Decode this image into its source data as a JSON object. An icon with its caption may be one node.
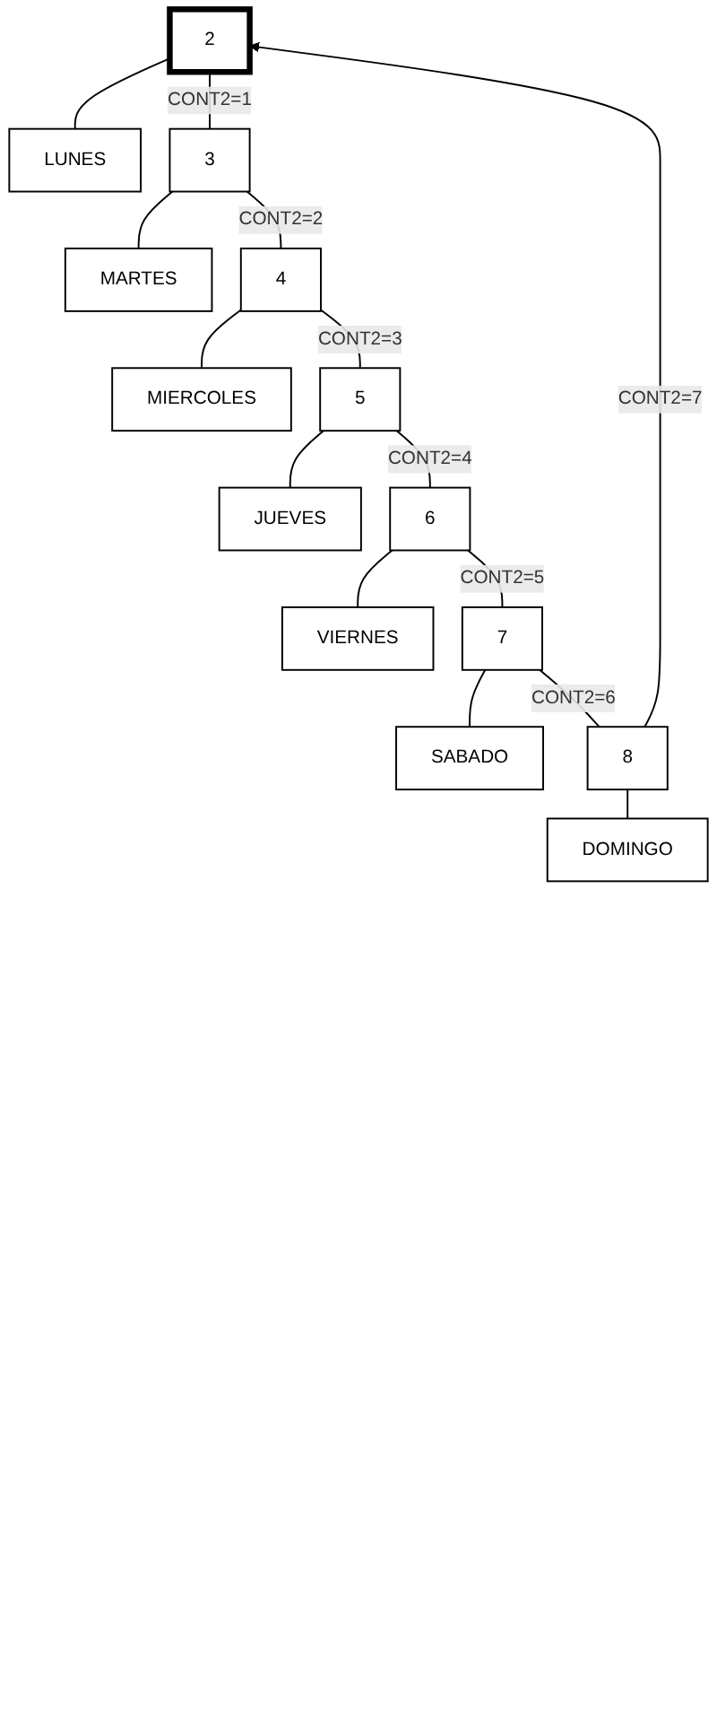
{
  "diagram": {
    "nodes": [
      {
        "text": [
          "2"
        ]
      },
      {
        "text": [
          "LUNES"
        ]
      },
      {
        "text": [
          "3"
        ]
      },
      {
        "text": [
          "MARTES"
        ]
      },
      {
        "text": [
          "4"
        ]
      },
      {
        "text": [
          "MIERCOLES"
        ]
      },
      {
        "text": [
          "5"
        ]
      },
      {
        "text": [
          "JUEVES"
        ]
      },
      {
        "text": [
          "6"
        ]
      },
      {
        "text": [
          "VIERNES"
        ]
      },
      {
        "text": [
          "7"
        ]
      },
      {
        "text": [
          "SABADO"
        ]
      },
      {
        "text": [
          "8"
        ]
      },
      {
        "text": [
          "DOMINGO"
        ]
      }
    ],
    "edges": [
      {
        "from": 0,
        "to": 1,
        "arrow": "none"
      },
      {
        "from": 0,
        "to": 2,
        "arrow": "none",
        "label": "CONT2=1"
      },
      {
        "from": 2,
        "to": 3,
        "arrow": "none"
      },
      {
        "from": 2,
        "to": 4,
        "arrow": "none",
        "label": "CONT2=2"
      },
      {
        "from": 4,
        "to": 5,
        "arrow": "none"
      },
      {
        "from": 4,
        "to": 6,
        "arrow": "none",
        "label": "CONT2=3"
      },
      {
        "from": 6,
        "to": 7,
        "arrow": "none"
      },
      {
        "from": 6,
        "to": 8,
        "arrow": "none",
        "label": "CONT2=4"
      },
      {
        "from": 8,
        "to": 9,
        "arrow": "none"
      },
      {
        "from": 8,
        "to": 10,
        "arrow": "none",
        "label": "CONT2=5"
      },
      {
        "from": 10,
        "to": 11,
        "arrow": "none"
      },
      {
        "from": 10,
        "to": 12,
        "arrow": "none",
        "label": "CONT2=6"
      },
      {
        "from": 12,
        "to": 13,
        "arrow": "none"
      },
      {
        "from": 12,
        "to": 0,
        "arrow": "to",
        "label": "CONT2=7"
      }
    ]
  }
}
